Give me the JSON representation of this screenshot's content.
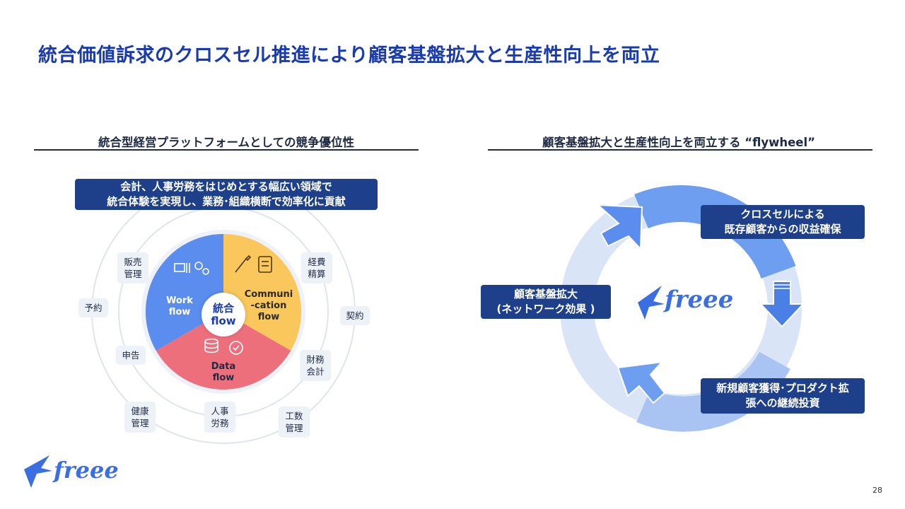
{
  "slide": {
    "title": "統合価値訴求のクロスセル推進により顧客基盤拡大と生産性向上を両立",
    "page_number": "28"
  },
  "left": {
    "heading": "統合型経営プラットフォームとしての競争優位性",
    "callout_line1": "会計、人事労務をはじめとする幅広い領域で",
    "callout_line2": "統合体験を実現し、業務･組織横断で効率化に貢献",
    "center_line1": "統合",
    "center_line2": "flow",
    "work_line1": "Work",
    "work_line2": "flow",
    "comm_line1": "Communi",
    "comm_line2": "-cation",
    "comm_line3": "flow",
    "data_line1": "Data",
    "data_line2": "flow",
    "chips": {
      "hanbai": [
        "販売",
        "管理"
      ],
      "keihi": [
        "経費",
        "精算"
      ],
      "yoyaku": [
        "予約"
      ],
      "keiyaku": [
        "契約"
      ],
      "shinkoku": [
        "申告"
      ],
      "zaimu": [
        "財務",
        "会計"
      ],
      "kenkou": [
        "健康",
        "管理"
      ],
      "jinji": [
        "人事",
        "労務"
      ],
      "kousuu": [
        "工数",
        "管理"
      ]
    },
    "colors": {
      "work": "#5b8def",
      "comm": "#f9c75c",
      "data": "#ee6f7c"
    }
  },
  "right": {
    "heading": "顧客基盤拡大と生産性向上を両立する “flywheel”",
    "box_cross_line1": "クロスセルによる",
    "box_cross_line2": "既存顧客からの収益確保",
    "box_base_line1": "顧客基盤拡大",
    "box_base_line2": "(ネットワーク効果 )",
    "box_invest_line1": "新規顧客獲得･プロダクト拡",
    "box_invest_line2": "張への継続投資",
    "logo_text": "freee"
  },
  "footer": {
    "logo_text": "freee"
  }
}
